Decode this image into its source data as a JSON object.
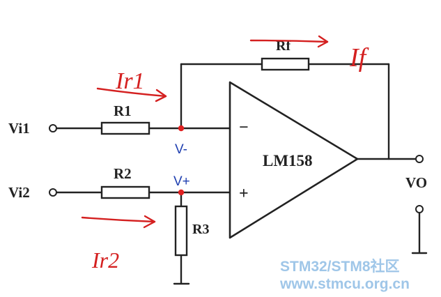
{
  "diagram": {
    "inputs": {
      "vi1": "Vi1",
      "vi2": "Vi2"
    },
    "resistors": {
      "r1": "R1",
      "r2": "R2",
      "r3": "R3",
      "rf": "Rf"
    },
    "opamp": {
      "name": "LM158",
      "minus_sign": "−",
      "plus_sign": "+"
    },
    "nodes": {
      "v_minus": "V-",
      "v_plus": "V+"
    },
    "output": {
      "vo": "VO"
    },
    "annotations": {
      "current_r1": "Ir1",
      "current_r2": "Ir2",
      "current_f": "If",
      "color": "#d42020"
    },
    "node_dot_color": "#e02020"
  },
  "watermark": {
    "line1": "STM32/STM8社区",
    "line2": "www.stmcu.org.cn"
  }
}
